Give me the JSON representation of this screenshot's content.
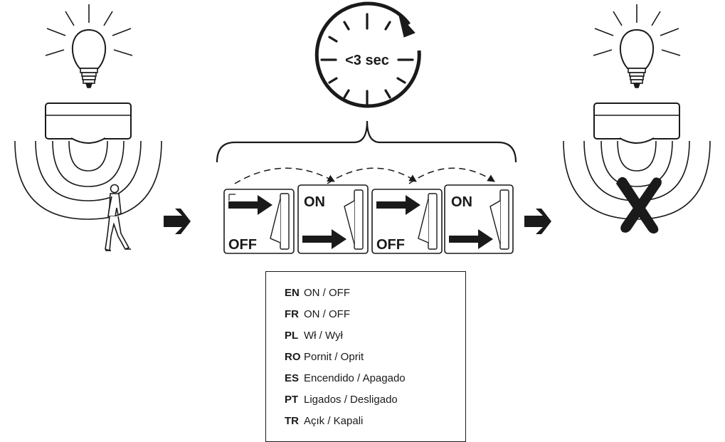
{
  "timer": {
    "label": "<3 sec"
  },
  "switches": [
    {
      "label": "OFF",
      "state": "off"
    },
    {
      "label": "ON",
      "state": "on"
    },
    {
      "label": "OFF",
      "state": "off"
    },
    {
      "label": "ON",
      "state": "on"
    }
  ],
  "legend": [
    {
      "code": "EN",
      "text": "ON / OFF"
    },
    {
      "code": "FR",
      "text": "ON / OFF"
    },
    {
      "code": "PL",
      "text": "Wł / Wył"
    },
    {
      "code": "RO",
      "text": "Pornit / Oprit"
    },
    {
      "code": "ES",
      "text": "Encendido / Apagado"
    },
    {
      "code": "PT",
      "text": "Ligados / Desligado"
    },
    {
      "code": "TR",
      "text": "Açık / Kapali"
    }
  ],
  "colors": {
    "ink": "#1a1a1a",
    "background": "#ffffff"
  }
}
